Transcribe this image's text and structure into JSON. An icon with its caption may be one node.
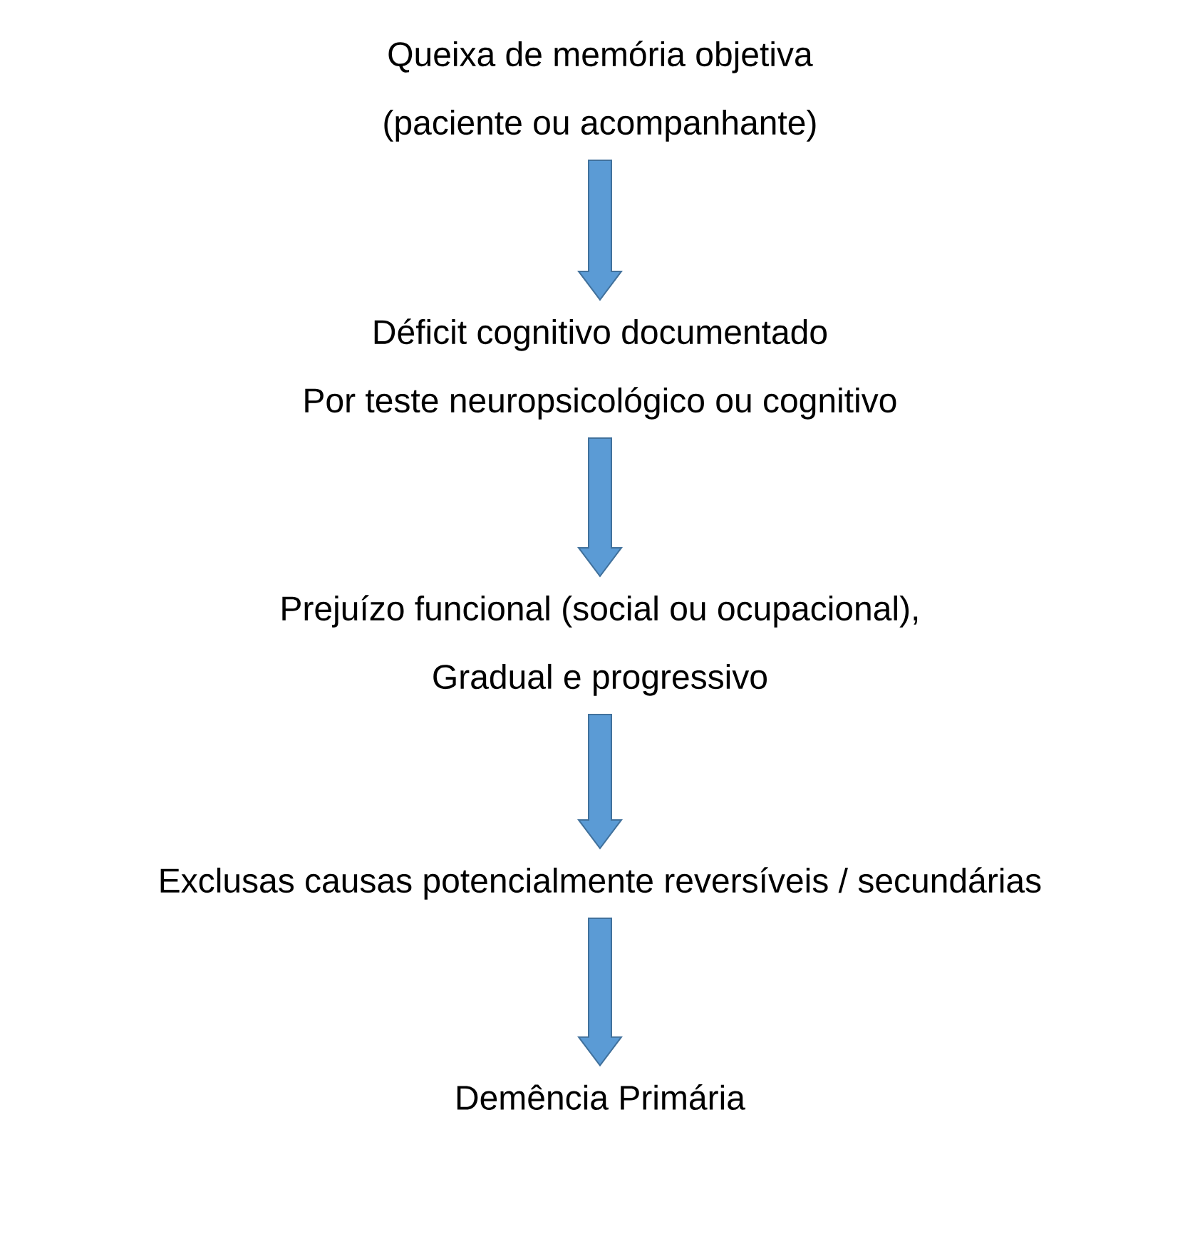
{
  "diagram": {
    "nodes": [
      {
        "text": [
          "Queixa de memória objetiva",
          "(paciente ou acompanhante)"
        ]
      },
      {
        "text": [
          "Déficit cognitivo documentado",
          "Por teste neuropsicológico ou cognitivo"
        ]
      },
      {
        "text": [
          "Prejuízo funcional (social ou ocupacional),",
          "Gradual e progressivo"
        ]
      },
      {
        "text": [
          "Exclusas causas potencialmente reversíveis / secundárias"
        ]
      },
      {
        "text": [
          "Demência Primária"
        ]
      }
    ],
    "edges": [
      {
        "from": 0,
        "to": 1,
        "arrow": "to"
      },
      {
        "from": 1,
        "to": 2,
        "arrow": "to"
      },
      {
        "from": 2,
        "to": 3,
        "arrow": "to"
      },
      {
        "from": 3,
        "to": 4,
        "arrow": "to"
      }
    ]
  }
}
